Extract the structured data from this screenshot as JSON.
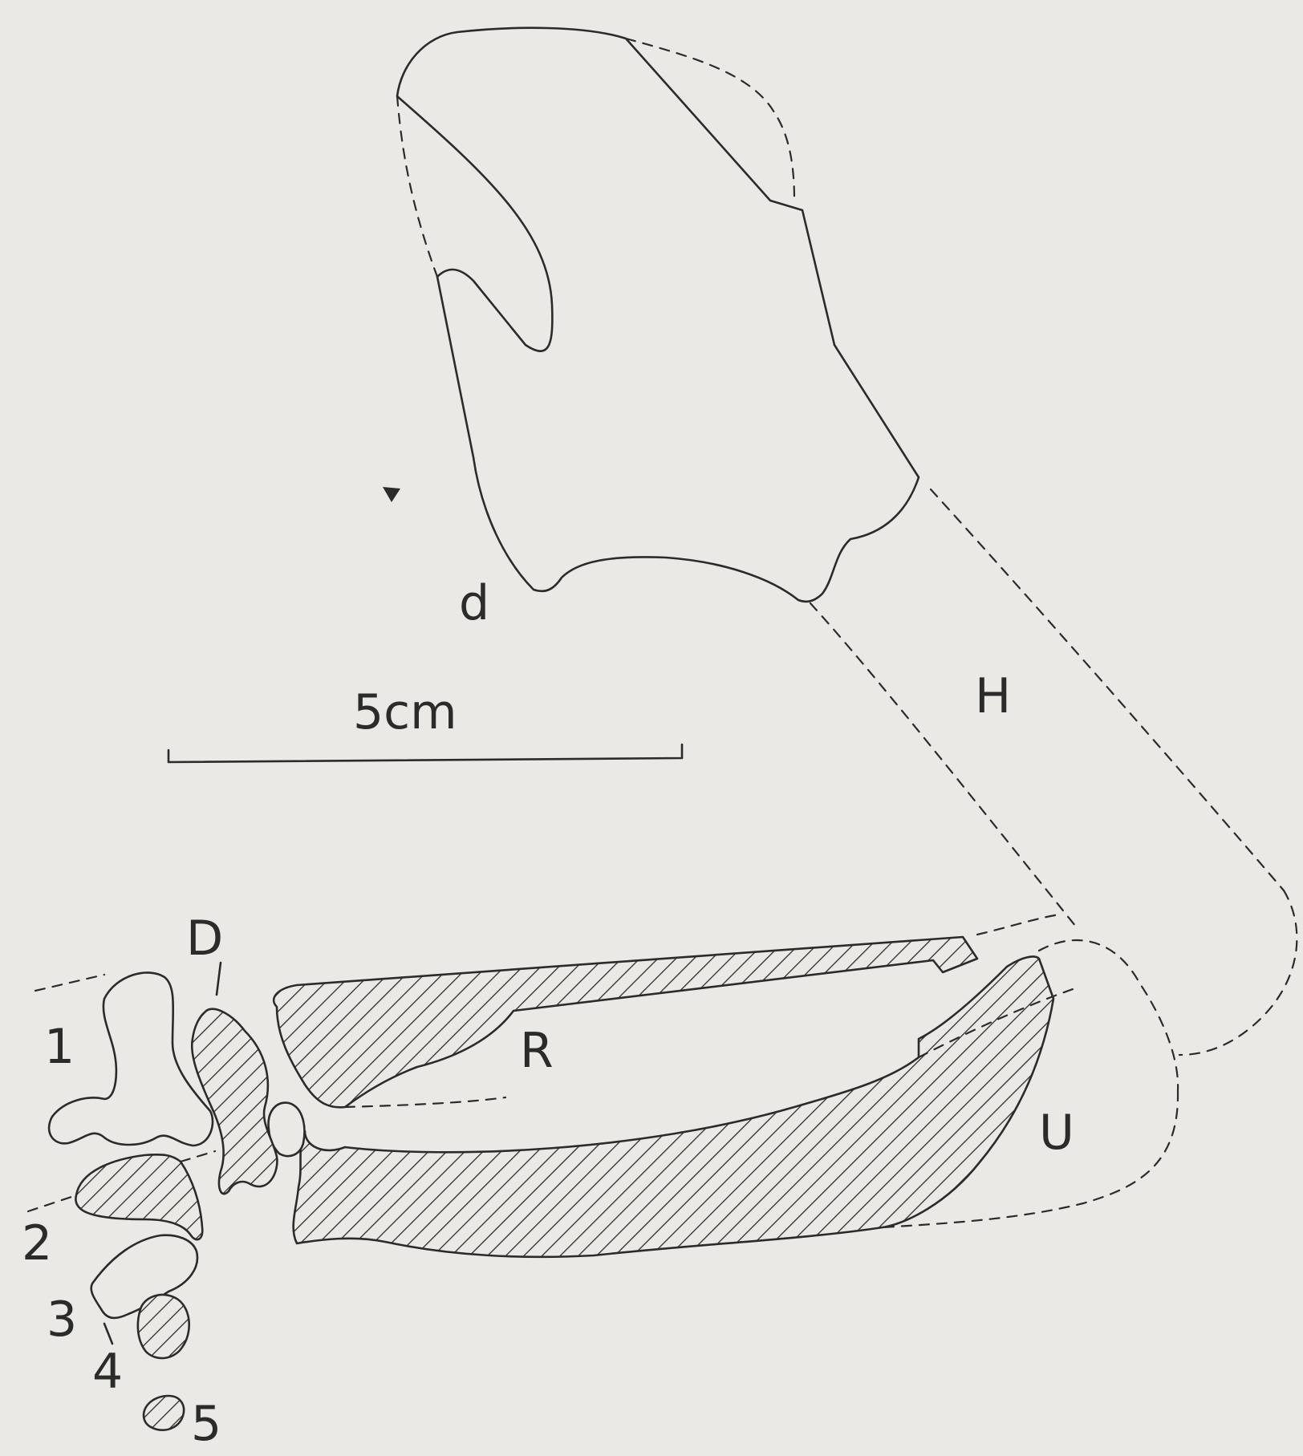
{
  "labels": {
    "humerus_distal": "d",
    "scale_bar": "5cm",
    "humerus": "H",
    "radius": "R",
    "ulna": "U",
    "distal_element": "D",
    "carpal_1": "1",
    "carpal_2": "2",
    "carpal_3": "3",
    "carpal_4": "4",
    "carpal_5": "5"
  },
  "colors": {
    "background": "#ebe9e5",
    "ink": "#2b2b2b"
  }
}
